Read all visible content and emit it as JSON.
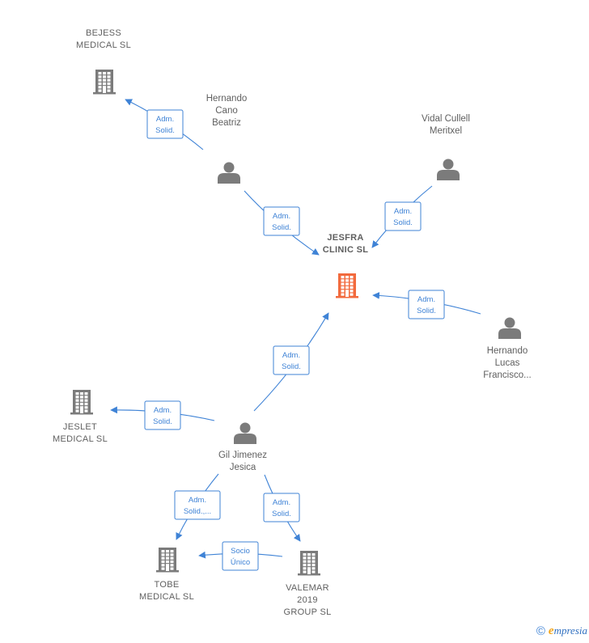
{
  "nodes": [
    {
      "id": "jesfra",
      "kind": "company",
      "focus": true,
      "label": [
        "JESFRA",
        "CLINIC  SL"
      ],
      "icon": "building-icon"
    },
    {
      "id": "bejess",
      "kind": "company",
      "focus": false,
      "label": [
        "BEJESS",
        "MEDICAL  SL"
      ],
      "icon": "building-icon"
    },
    {
      "id": "jeslet",
      "kind": "company",
      "focus": false,
      "label": [
        "JESLET",
        "MEDICAL  SL"
      ],
      "icon": "building-icon"
    },
    {
      "id": "tobe",
      "kind": "company",
      "focus": false,
      "label": [
        "TOBE",
        "MEDICAL  SL"
      ],
      "icon": "building-icon"
    },
    {
      "id": "valemar",
      "kind": "company",
      "focus": false,
      "label": [
        "VALEMAR",
        "2019",
        "GROUP  SL"
      ],
      "icon": "building-icon"
    },
    {
      "id": "hernando_cano",
      "kind": "person",
      "label": [
        "Hernando",
        "Cano",
        "Beatriz"
      ],
      "icon": "person-icon"
    },
    {
      "id": "vidal",
      "kind": "person",
      "label": [
        "Vidal Cullell",
        "Meritxel"
      ],
      "icon": "person-icon"
    },
    {
      "id": "hernando_lucas",
      "kind": "person",
      "label": [
        "Hernando",
        "Lucas",
        "Francisco..."
      ],
      "icon": "person-icon"
    },
    {
      "id": "gil",
      "kind": "person",
      "label": [
        "Gil Jimenez",
        "Jesica"
      ],
      "icon": "person-icon"
    }
  ],
  "edges": [
    {
      "from": "hernando_cano",
      "to": "bejess",
      "label": [
        "Adm.",
        "Solid."
      ]
    },
    {
      "from": "hernando_cano",
      "to": "jesfra",
      "label": [
        "Adm.",
        "Solid."
      ]
    },
    {
      "from": "vidal",
      "to": "jesfra",
      "label": [
        "Adm.",
        "Solid."
      ]
    },
    {
      "from": "hernando_lucas",
      "to": "jesfra",
      "label": [
        "Adm.",
        "Solid."
      ]
    },
    {
      "from": "gil",
      "to": "jesfra",
      "label": [
        "Adm.",
        "Solid."
      ]
    },
    {
      "from": "gil",
      "to": "jeslet",
      "label": [
        "Adm.",
        "Solid."
      ]
    },
    {
      "from": "gil",
      "to": "tobe",
      "label": [
        "Adm.",
        "Solid.,..."
      ]
    },
    {
      "from": "gil",
      "to": "valemar",
      "label": [
        "Adm.",
        "Solid."
      ]
    },
    {
      "from": "valemar",
      "to": "tobe",
      "label": [
        "Socio",
        "Único"
      ]
    }
  ],
  "colors": {
    "focus_company": "#f26a3d",
    "company": "#7b7b7b",
    "person": "#7b7b7b",
    "edge": "#3f83d6"
  },
  "credit": {
    "copyright_symbol": "©",
    "brand_initial": "e",
    "brand_rest": "mpresia"
  }
}
